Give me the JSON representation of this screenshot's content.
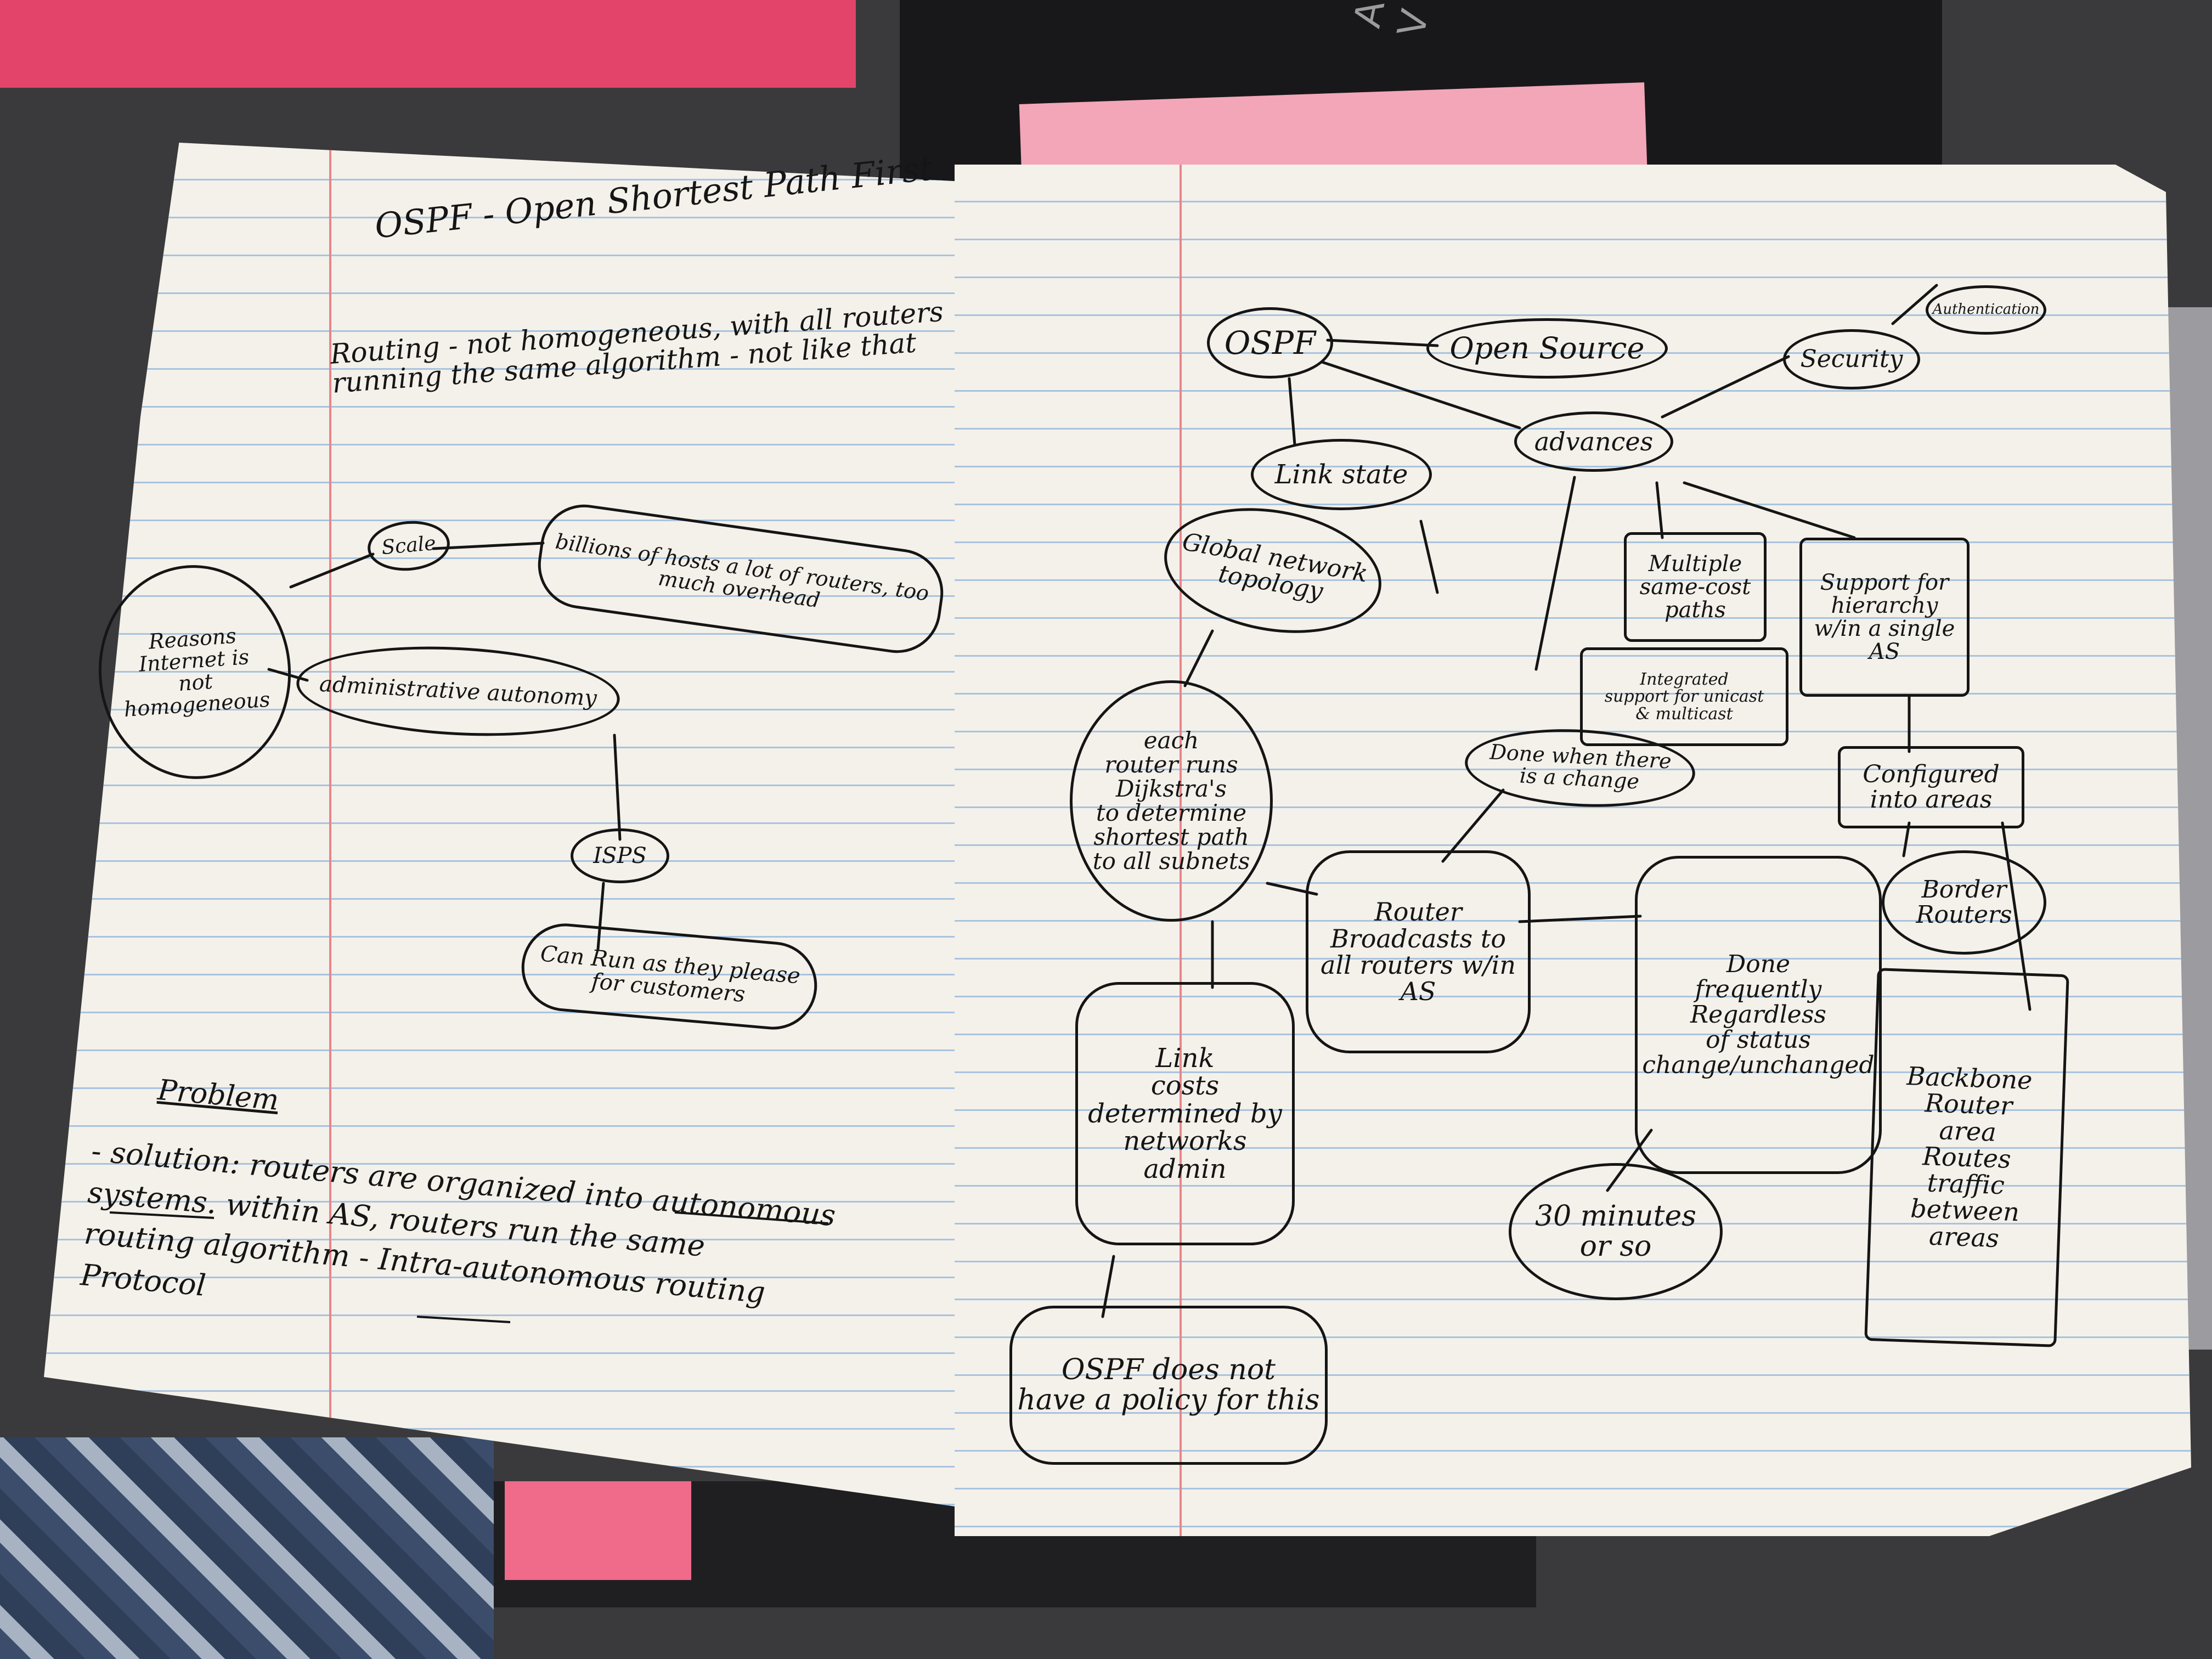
{
  "background": {
    "laptop_brand": "ASUS V"
  },
  "left_page": {
    "title": "OSPF - Open Shortest Path First",
    "routing_note": "Routing - not homogeneous, with all routers\nrunning the same algorithm - not like that",
    "nodes": {
      "scale": "Scale",
      "billions": "billions of hosts a lot of routers, too\nmuch overhead",
      "reasons": "Reasons\nInternet is\nnot\nhomogeneous",
      "admin_autonomy": "administrative autonomy",
      "isps": "ISPS",
      "can_run": "Can Run as they please\nfor customers"
    },
    "problem_heading": "Problem",
    "solution_text": "- solution: routers are organized into autonomous\nsystems. within AS, routers run the same\nrouting algorithm - Intra-autonomous routing\nProtocol"
  },
  "right_page": {
    "nodes": {
      "ospf": "OSPF",
      "open_source": "Open Source",
      "security": "Security",
      "authentication": "Authentication",
      "advances": "advances",
      "link_state": "Link state",
      "global_topology": "Global network\ntopology",
      "dijkstra": "each\nrouter runs\nDijkstra's\nto determine\nshortest path\nto all subnets",
      "multiple_paths": "Multiple\nsame-cost\npaths",
      "hierarchy": "Support for\nhierarchy\nw/in a single\nAS",
      "multicast": "Integrated\nsupport for unicast\n& multicast",
      "areas": "Configured\ninto areas",
      "border": "Border\nRouters",
      "done_change": "Done when there\nis a change",
      "broadcast": "Router\nBroadcasts to\nall routers w/in\nAS",
      "frequently": "Done\nfrequently\nRegardless\nof status\nchange/unchanged",
      "link_costs": "Link\ncosts\ndetermined by\nnetworks\nadmin",
      "thirty_min": "30 minutes\nor so",
      "backbone": "Backbone\nRouter\narea\nRoutes\ntraffic\nbetween\nareas",
      "policy": "OSPF does not\nhave a policy for this"
    }
  }
}
